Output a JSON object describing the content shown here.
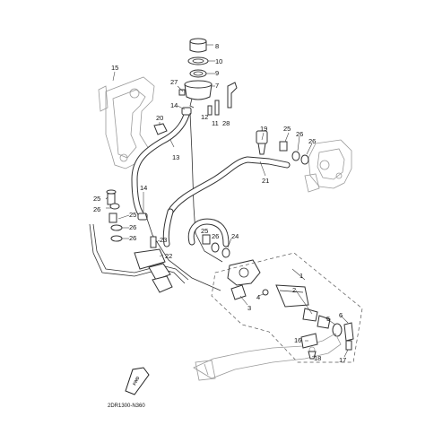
{
  "diagram": {
    "callouts": {
      "c1": "1",
      "c2": "2",
      "c3": "3",
      "c4": "4",
      "c5": "5",
      "c6": "6",
      "c7": "7",
      "c8": "8",
      "c9": "9",
      "c10": "10",
      "c11": "11",
      "c12": "12",
      "c13": "13",
      "c14a": "14",
      "c14b": "14",
      "c15": "15",
      "c16": "16",
      "c17": "17",
      "c18": "18",
      "c19": "19",
      "c20": "20",
      "c21": "21",
      "c22": "22",
      "c23": "23",
      "c24": "24",
      "c25a": "25",
      "c25b": "25",
      "c25c": "25",
      "c25d": "25",
      "c26a": "26",
      "c26b": "26",
      "c26c": "26",
      "c26d": "26",
      "c26e": "26",
      "c26f": "26",
      "c27": "27",
      "c28": "28"
    },
    "direction_badge": "FWD",
    "diagram_code": "2DR1300-N360"
  }
}
